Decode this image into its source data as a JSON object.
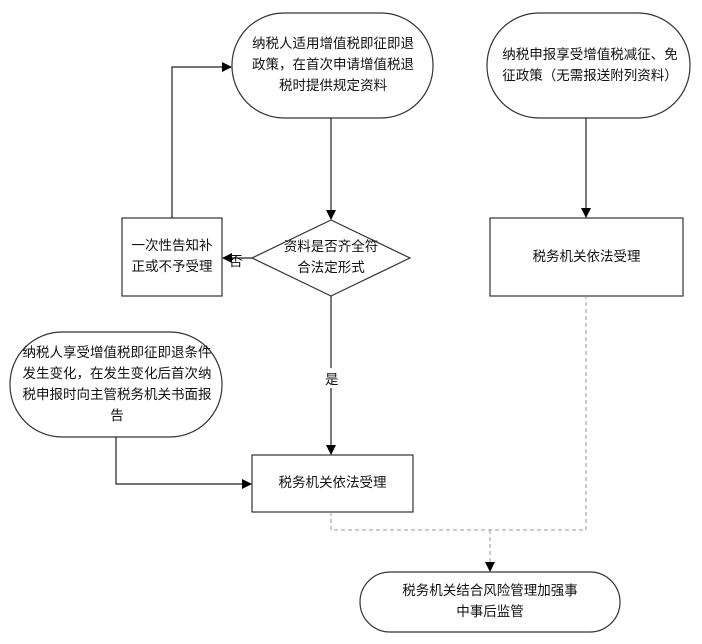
{
  "nodes": {
    "start_refund": "纳税人适用增值税即征即退政策，在首次申请增值税退税时提供规定资料",
    "start_reduction": "纳税申报享受增值税减征、免征政策（无需报送附列资料）",
    "decision": "资料是否齐全符合法定形式",
    "reject": "一次性告知补正或不予受理",
    "accept_right": "税务机关依法受理",
    "change_report": "纳税人享受增值税即征即退条件发生变化，在发生变化后首次纳税申报时向主管税务机关书面报告",
    "accept_main": "税务机关依法受理",
    "end": "税务机关结合风险管理加强事中事后监管"
  },
  "edge_labels": {
    "no": "否",
    "yes": "是"
  }
}
